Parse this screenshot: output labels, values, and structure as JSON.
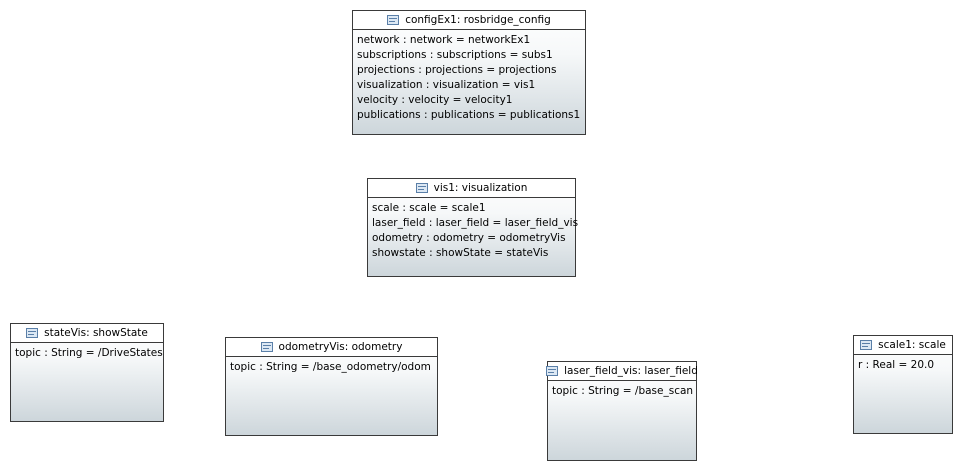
{
  "diagram": {
    "nodes": {
      "configEx1": {
        "title": "configEx1: rosbridge_config",
        "icon": "object-instance-icon",
        "attributes": [
          "network : network = networkEx1",
          "subscriptions : subscriptions = subs1",
          "projections : projections = projections",
          "visualization : visualization = vis1",
          "velocity : velocity = velocity1",
          "publications : publications = publications1"
        ]
      },
      "vis1": {
        "title": "vis1: visualization",
        "icon": "object-instance-icon",
        "attributes": [
          "scale : scale = scale1",
          "laser_field : laser_field = laser_field_vis",
          "odometry : odometry = odometryVis",
          "showstate : showState = stateVis"
        ]
      },
      "stateVis": {
        "title": "stateVis: showState",
        "icon": "object-instance-icon",
        "attributes": [
          "topic : String = /DriveStates"
        ]
      },
      "odometryVis": {
        "title": "odometryVis: odometry",
        "icon": "object-instance-icon",
        "attributes": [
          "topic : String = /base_odometry/odom"
        ]
      },
      "laserFieldVis": {
        "title": "laser_field_vis: laser_field",
        "icon": "object-instance-icon",
        "attributes": [
          "topic : String = /base_scan"
        ]
      },
      "scale1": {
        "title": "scale1: scale",
        "icon": "object-instance-icon",
        "attributes": [
          "r : Real = 20.0"
        ]
      }
    },
    "colors": {
      "border": "#3a3a3a",
      "gradient_top": "#ffffff",
      "gradient_bottom": "#cdd6db",
      "icon_stroke": "#5a7fa8",
      "icon_fill": "#dce8f4"
    }
  }
}
